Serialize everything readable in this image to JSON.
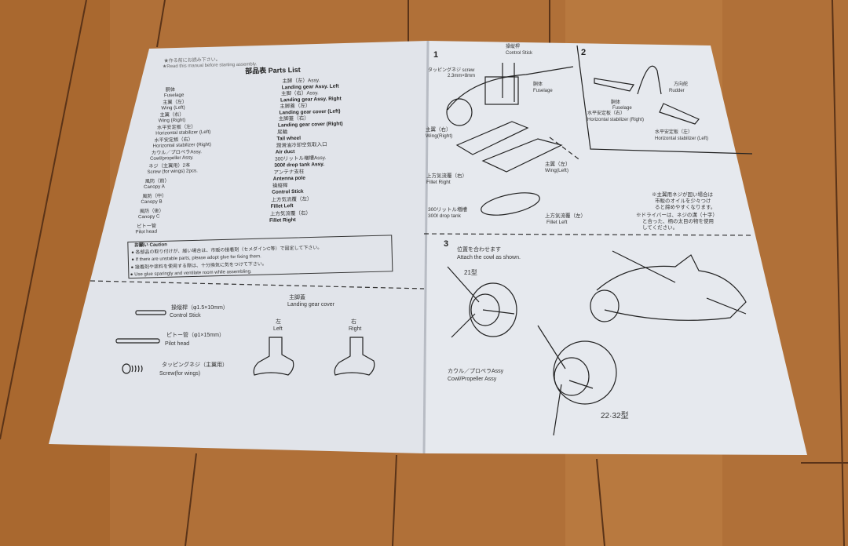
{
  "colors": {
    "wood": "#b07038",
    "paper": "#e4e7ec"
  },
  "left_page": {
    "header": [
      "★作る前にお読み下さい。",
      "★Read this manual before starting assembly."
    ],
    "title": "部品表  Parts List",
    "parts_left": [
      [
        "胴体",
        "Fuselage"
      ],
      [
        "主翼（左）",
        "Wing (Left)"
      ],
      [
        "主翼（右）",
        "Wing (Right)"
      ],
      [
        "水平安定板（左）",
        "Horizontal stabilizer (Left)"
      ],
      [
        "水平安定板（右）",
        "Horizontal stabilizer (Right)"
      ],
      [
        "カウル／プロペラAssy.",
        "Cowl/propeller Assy."
      ],
      [
        "ネジ（主翼用）2本",
        "Screw (for wings) 2pcs."
      ],
      [
        "風防（前）",
        "Canopy A"
      ],
      [
        "風防（中）",
        "Canopy B"
      ],
      [
        "風防（後）",
        "Canopy C"
      ],
      [
        "ピトー管",
        "Pilot head"
      ]
    ],
    "parts_right": [
      [
        "主脚（左）Assy.",
        "Landing gear Assy. Left"
      ],
      [
        "主脚（右）Assy.",
        "Landing gear Assy. Right"
      ],
      [
        "主脚蓋（左）",
        "Landing gear cover (Left)"
      ],
      [
        "主脚蓋（右）",
        "Landing gear cover (Right)"
      ],
      [
        "尾輪",
        "Tail wheel"
      ],
      [
        "潤滑油冷却空気取入口",
        "Air duct"
      ],
      [
        "300リットル増槽Assy.",
        "300ℓ drop tank Assy."
      ],
      [
        "アンテナ支柱",
        "Antenna pole"
      ],
      [
        "操縦桿",
        "Control Stick"
      ],
      [
        "上方気流覆（左）",
        "Fillet Left"
      ],
      [
        "上方気流覆（右）",
        "Fillet Right"
      ]
    ],
    "caution": {
      "title": "お願い Caution",
      "lines": [
        "● 各部品の取り付けが、緩い場合は、市販の接着剤（セメダインC等）で固定して下さい。",
        "● If there are unstable parts, please adopt glue for fixing them.",
        "● 接着剤や塗料を使用する際は、十分換気に気をつけて下さい。",
        "● Use glue sparingly and ventilate room while assembling."
      ]
    },
    "small_parts": [
      [
        "操縦桿（φ1.5×10mm）",
        "Control Stick"
      ],
      [
        "ピトー管（φ1×15mm）",
        "Pilot head"
      ],
      [
        "タッピングネジ（主翼用）",
        "Screw(for wings)"
      ]
    ],
    "gear_cover": {
      "jp": "主脚蓋",
      "en": "Landing gear cover",
      "left_jp": "左",
      "left_en": "Left",
      "right_jp": "右",
      "right_en": "Right"
    }
  },
  "right_page": {
    "step1": {
      "number": "1",
      "labels": [
        [
          "操縦桿",
          "Control Stick"
        ],
        [
          "タッピングネジ screw",
          "2.3mm×8mm"
        ],
        [
          "胴体",
          "Fuselage"
        ],
        [
          "主翼（右）",
          "Wing(Right)"
        ],
        [
          "主翼（左）",
          "Wing(Left)"
        ],
        [
          "上方気流覆（右）",
          "Fillet Right"
        ],
        [
          "300リットル増槽",
          "300ℓ drop tank"
        ],
        [
          "上方気流覆（左）",
          "Fillet Left"
        ]
      ]
    },
    "step2": {
      "number": "2",
      "labels": [
        [
          "方向舵",
          "Rudder"
        ],
        [
          "胴体",
          "Fuselage"
        ],
        [
          "水平安定板（右）",
          "Horizontal stabilizer (Right)"
        ],
        [
          "水平安定板（左）",
          "Horizontal stabilizer (Left)"
        ]
      ],
      "notes": [
        "※主翼用ネジが固い場合は",
        "市販のオイルを少々つけ",
        "ると締めやすくなります。",
        "※ドライバーは、ネジの溝（十字）",
        "と合った、柄の太目の物を使用",
        "してください。"
      ]
    },
    "step3": {
      "number": "3",
      "instruction_jp": "位置を合わせます",
      "instruction_en": "Attach the cowl as shown.",
      "type21": "21型",
      "type22": "22·32型",
      "cowl_jp": "カウル／プロペラAssy",
      "cowl_en": "Cowl/Propeller Assy"
    }
  }
}
